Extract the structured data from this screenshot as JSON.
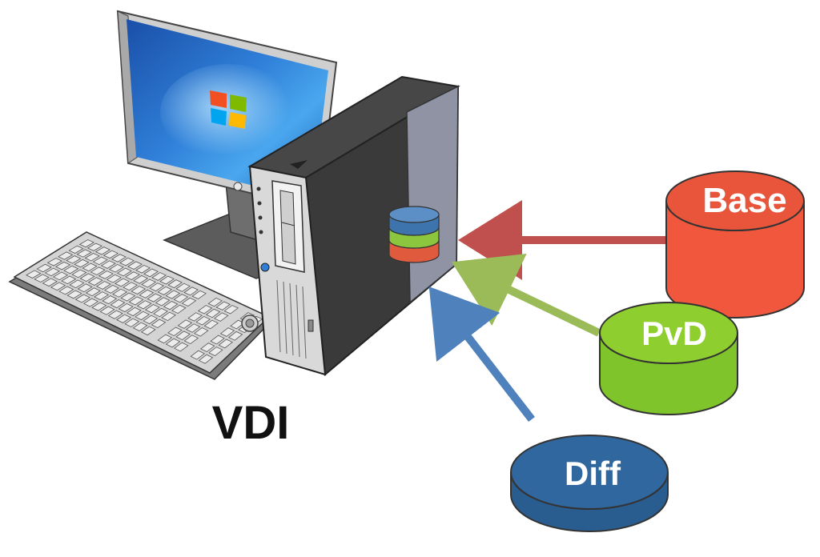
{
  "diagram": {
    "caption": "VDI",
    "disks": [
      {
        "id": "base",
        "label": "Base",
        "color": "#f0573c"
      },
      {
        "id": "pvd",
        "label": "PvD",
        "color": "#7fc42a"
      },
      {
        "id": "diff",
        "label": "Diff",
        "color": "#2f679e"
      }
    ],
    "arrows": [
      {
        "from": "base",
        "color": "#c0504d"
      },
      {
        "from": "pvd",
        "color": "#9bbb59"
      },
      {
        "from": "diff",
        "color": "#4f81bd"
      }
    ],
    "icons": [
      "monitor-icon",
      "windows-logo-icon",
      "desktop-tower-icon",
      "keyboard-icon",
      "stacked-disks-icon"
    ]
  }
}
